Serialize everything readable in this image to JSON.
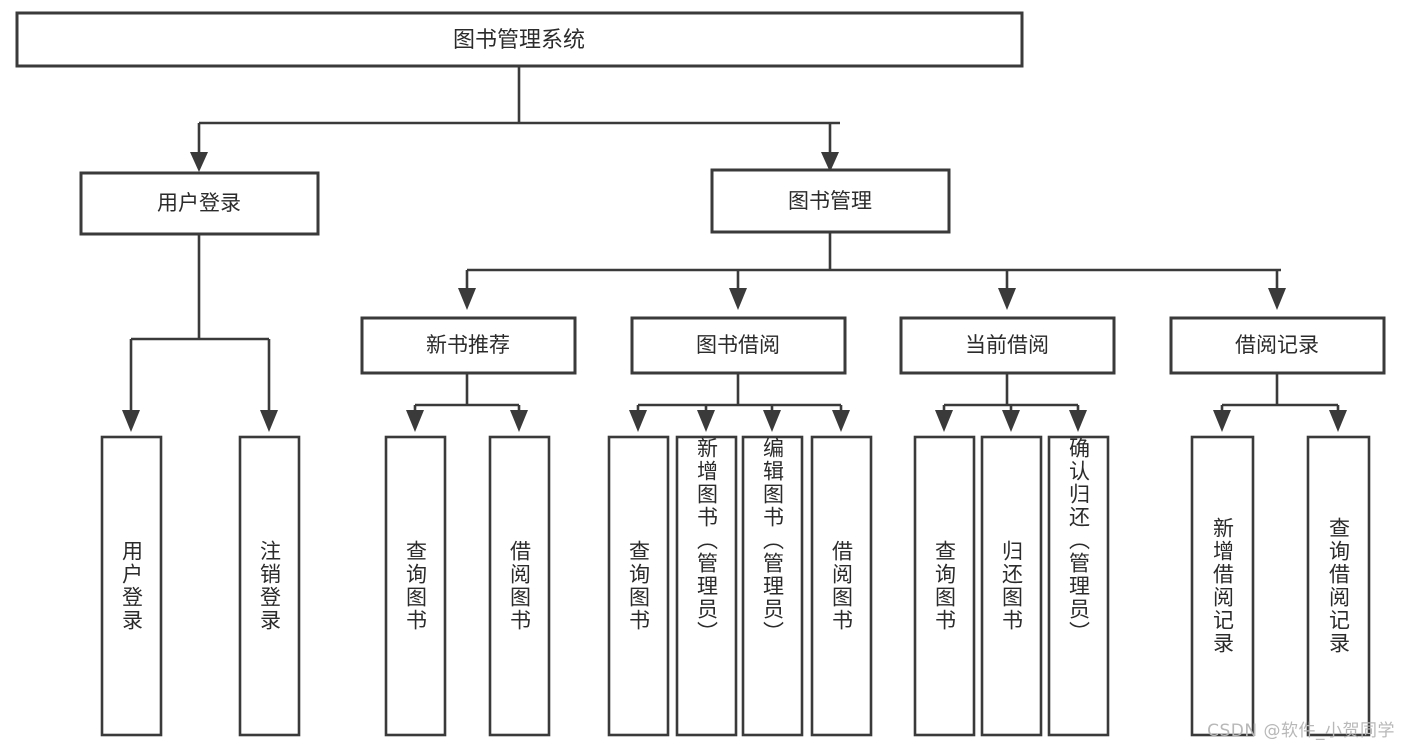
{
  "diagram": {
    "title": "图书管理系统",
    "watermark": "CSDN @软件_小贺同学",
    "root": {
      "label": "图书管理系统"
    },
    "level2": [
      {
        "id": "user-login",
        "label": "用户登录"
      },
      {
        "id": "book-management",
        "label": "图书管理"
      }
    ],
    "level3": [
      {
        "id": "new-book-recommend",
        "label": "新书推荐"
      },
      {
        "id": "book-borrow",
        "label": "图书借阅"
      },
      {
        "id": "current-borrow",
        "label": "当前借阅"
      },
      {
        "id": "borrow-record",
        "label": "借阅记录"
      }
    ],
    "leaves": {
      "user_login": [
        {
          "id": "leaf-user-login",
          "label": "用户登录"
        },
        {
          "id": "leaf-logout-login",
          "label": "注销登录"
        }
      ],
      "new_book_recommend": [
        {
          "id": "leaf-query-book-1",
          "label": "查询图书"
        },
        {
          "id": "leaf-borrow-book-1",
          "label": "借阅图书"
        }
      ],
      "book_borrow": [
        {
          "id": "leaf-query-book-2",
          "label": "查询图书"
        },
        {
          "id": "leaf-add-book-admin",
          "label": "新增图书（管理员）"
        },
        {
          "id": "leaf-edit-book-admin",
          "label": "编辑图书（管理员）"
        },
        {
          "id": "leaf-borrow-book-2",
          "label": "借阅图书"
        }
      ],
      "current_borrow": [
        {
          "id": "leaf-query-book-3",
          "label": "查询图书"
        },
        {
          "id": "leaf-return-book",
          "label": "归还图书"
        },
        {
          "id": "leaf-confirm-return-admin",
          "label": "确认归还（管理员）"
        }
      ],
      "borrow_record": [
        {
          "id": "leaf-add-borrow-record",
          "label": "新增借阅记录"
        },
        {
          "id": "leaf-query-borrow-record",
          "label": "查询借阅记录"
        }
      ]
    },
    "colors": {
      "stroke": "#3a3a3a",
      "text": "#2b2b2b",
      "background": "#ffffff",
      "watermark": "#b8b8b8"
    }
  }
}
